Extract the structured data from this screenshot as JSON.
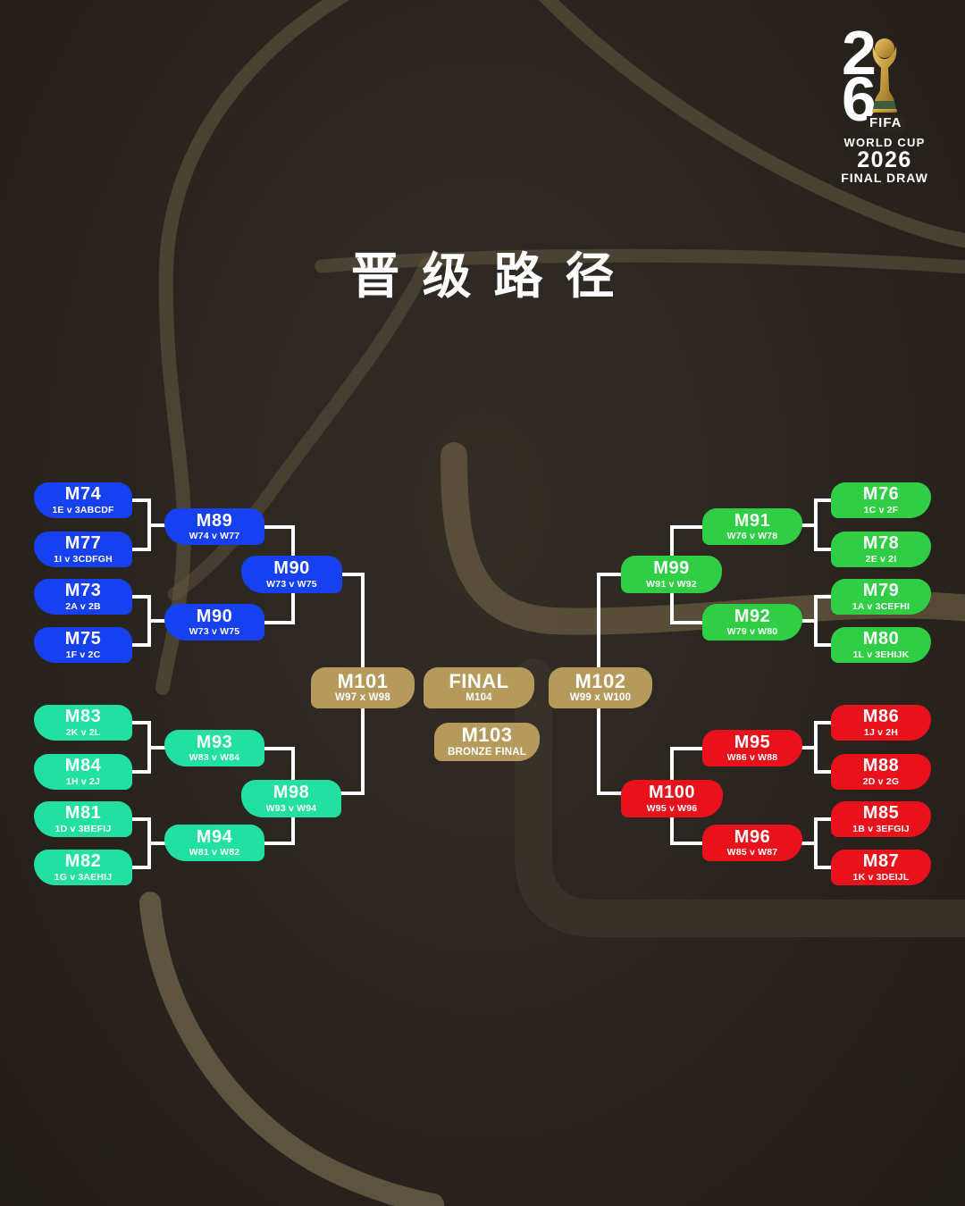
{
  "page": {
    "title": "晋级路径"
  },
  "logo": {
    "digit_top": "2",
    "digit_bottom": "6",
    "fifa": "FIFA",
    "world_cup": "WORLD CUP",
    "year": "2026",
    "final_draw": "FINAL DRAW"
  },
  "colors": {
    "blue": "#1741F0",
    "mint": "#22DFA2",
    "green": "#2FCE45",
    "red": "#E8111C",
    "gold": "#B59A5C",
    "connector": "#FFFFFF",
    "background": "#2B2520"
  },
  "bracket": {
    "left_top": {
      "r1": [
        {
          "id": "M74",
          "sub": "1E v 3ABCDF"
        },
        {
          "id": "M77",
          "sub": "1I v 3CDFGH"
        },
        {
          "id": "M73",
          "sub": "2A v 2B"
        },
        {
          "id": "M75",
          "sub": "1F v 2C"
        }
      ],
      "r2": [
        {
          "id": "M89",
          "sub": "W74 v W77"
        },
        {
          "id": "M90",
          "sub": "W73 v W75"
        }
      ],
      "qf": {
        "id": "M90",
        "sub": "W73 v W75"
      }
    },
    "left_bottom": {
      "r1": [
        {
          "id": "M83",
          "sub": "2K v 2L"
        },
        {
          "id": "M84",
          "sub": "1H v 2J"
        },
        {
          "id": "M81",
          "sub": "1D v 3BEFIJ"
        },
        {
          "id": "M82",
          "sub": "1G v 3AEHIJ"
        }
      ],
      "r2": [
        {
          "id": "M93",
          "sub": "W83 v W84"
        },
        {
          "id": "M94",
          "sub": "W81 v W82"
        }
      ],
      "qf": {
        "id": "M98",
        "sub": "W93 v W94"
      }
    },
    "right_top": {
      "r1": [
        {
          "id": "M76",
          "sub": "1C v 2F"
        },
        {
          "id": "M78",
          "sub": "2E v 2I"
        },
        {
          "id": "M79",
          "sub": "1A v 3CEFHI"
        },
        {
          "id": "M80",
          "sub": "1L v 3EHIJK"
        }
      ],
      "r2": [
        {
          "id": "M91",
          "sub": "W76 v W78"
        },
        {
          "id": "M92",
          "sub": "W79 v W80"
        }
      ],
      "qf": {
        "id": "M99",
        "sub": "W91 v W92"
      }
    },
    "right_bottom": {
      "r1": [
        {
          "id": "M86",
          "sub": "1J v 2H"
        },
        {
          "id": "M88",
          "sub": "2D v 2G"
        },
        {
          "id": "M85",
          "sub": "1B v 3EFGIJ"
        },
        {
          "id": "M87",
          "sub": "1K v 3DEIJL"
        }
      ],
      "r2": [
        {
          "id": "M95",
          "sub": "W86 v W88"
        },
        {
          "id": "M96",
          "sub": "W85 v W87"
        }
      ],
      "qf": {
        "id": "M100",
        "sub": "W95 v W96"
      }
    },
    "finals": {
      "sf_left": {
        "id": "M101",
        "sub": "W97 x W98"
      },
      "final": {
        "id": "FINAL",
        "sub": "M104"
      },
      "sf_right": {
        "id": "M102",
        "sub": "W99 x W100"
      },
      "bronze": {
        "id": "M103",
        "sub": "BRONZE FINAL"
      }
    }
  }
}
